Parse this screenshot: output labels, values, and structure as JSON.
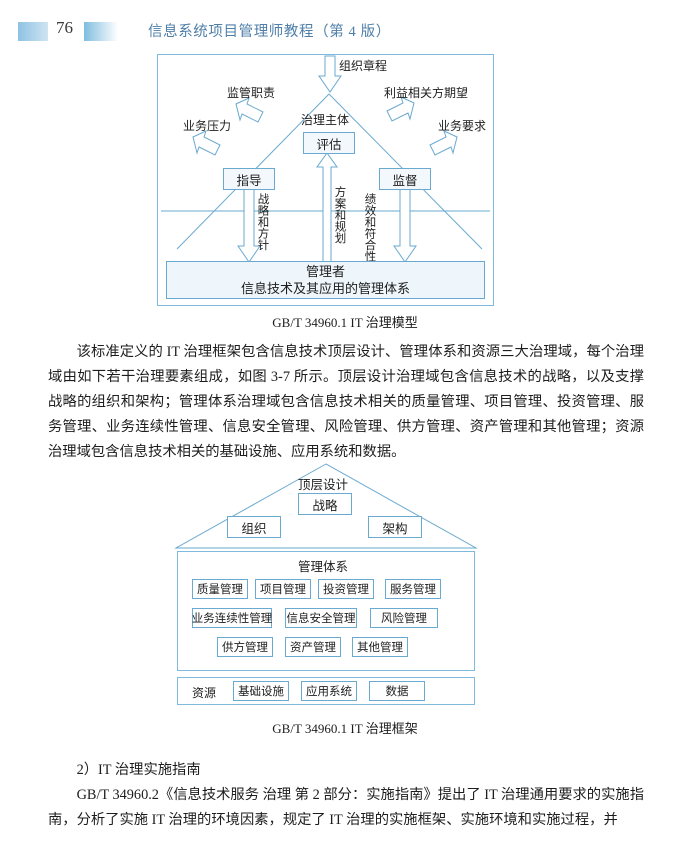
{
  "header": {
    "page_number": "76",
    "book_title": "信息系统项目管理师教程（第 4 版）"
  },
  "figure1": {
    "caption": "GB/T 34960.1 IT 治理模型",
    "top_input": "组织章程",
    "left_inputs": [
      "监管职责",
      "业务压力"
    ],
    "right_inputs": [
      "利益相关方期望",
      "业务要求"
    ],
    "subject_label": "治理主体",
    "boxes": {
      "evaluate": "评估",
      "direct": "指导",
      "monitor": "监督"
    },
    "flow_labels": {
      "direct_down": "战略和方针",
      "plan_up": "方案和规划",
      "monitor_down": "绩效和符合性"
    },
    "manager_title": "管理者",
    "manager_subtitle": "信息技术及其应用的管理体系"
  },
  "paragraph1": "该标准定义的 IT 治理框架包含信息技术顶层设计、管理体系和资源三大治理域，每个治理域由如下若干治理要素组成，如图 3-7 所示。顶层设计治理域包含信息技术的战略，以及支撑战略的组织和架构；管理体系治理域包含信息技术相关的质量管理、项目管理、投资管理、服务管理、业务连续性管理、信息安全管理、风险管理、供方管理、资产管理和其他管理；资源治理域包含信息技术相关的基础设施、应用系统和数据。",
  "figure2": {
    "caption": "GB/T 34960.1 IT 治理框架",
    "top_design_label": "顶层设计",
    "top_design_boxes": {
      "strategy": "战略",
      "organization": "组织",
      "architecture": "架构"
    },
    "management_system_label": "管理体系",
    "management_row1": [
      "质量管理",
      "项目管理",
      "投资管理",
      "服务管理"
    ],
    "management_row2": [
      "业务连续性管理",
      "信息安全管理",
      "风险管理"
    ],
    "management_row3": [
      "供方管理",
      "资产管理",
      "其他管理"
    ],
    "resource_label": "资源",
    "resource_boxes": [
      "基础设施",
      "应用系统",
      "数据"
    ]
  },
  "section": {
    "heading": "2）IT 治理实施指南",
    "paragraph": "GB/T 34960.2《信息技术服务 治理 第 2 部分：实施指南》提出了 IT 治理通用要求的实施指南，分析了实施 IT 治理的环境因素，规定了 IT 治理的实施框架、实施环境和实施过程，并"
  },
  "colors": {
    "rule_blue": "#7fb9dc",
    "box_border": "#6aa9d0",
    "box_fill": "#f2f8fc",
    "header_text": "#4f7fa8"
  }
}
